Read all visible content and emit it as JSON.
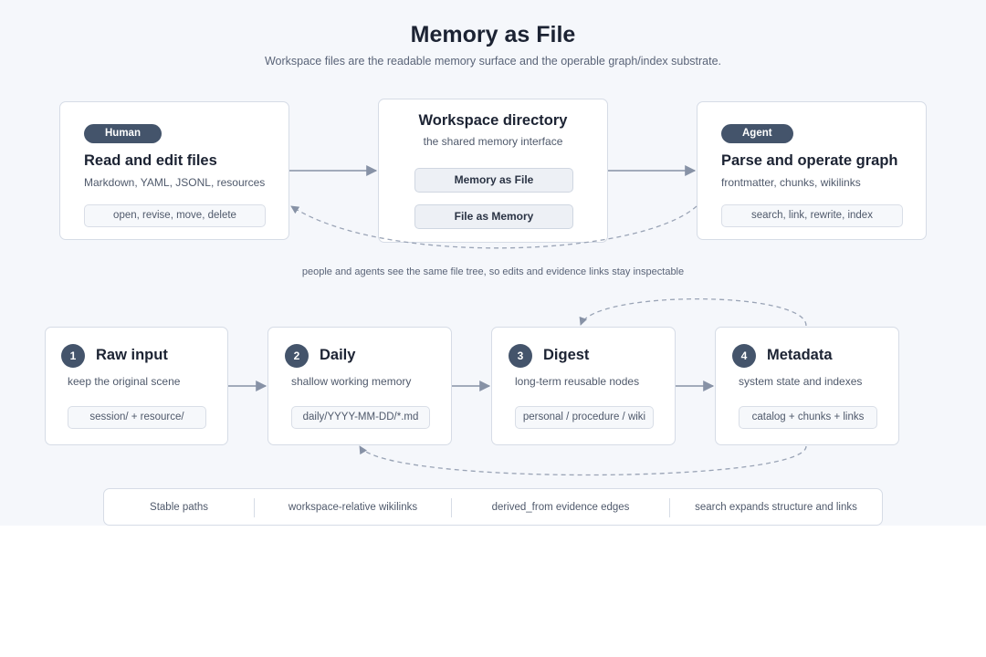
{
  "header": {
    "title": "Memory as File",
    "subtitle": "Workspace files are the readable memory surface and the operable graph/index substrate."
  },
  "top": {
    "human": {
      "badge": "Human",
      "heading": "Read and edit files",
      "sub": "Markdown, YAML, JSONL, resources",
      "chip": "open, revise, move, delete"
    },
    "workspace": {
      "heading": "Workspace directory",
      "sub": "the shared memory interface",
      "chips": [
        "Memory as File",
        "File as Memory"
      ]
    },
    "agent": {
      "badge": "Agent",
      "heading": "Parse and operate graph",
      "sub": "frontmatter, chunks, wikilinks",
      "chip": "search, link, rewrite, index"
    }
  },
  "midnote": "people and agents see the same file tree, so edits and evidence links stay inspectable",
  "steps": [
    {
      "num": "1",
      "heading": "Raw input",
      "sub": "keep the original scene",
      "chip": "session/ + resource/"
    },
    {
      "num": "2",
      "heading": "Daily",
      "sub": "shallow working memory",
      "chip": "daily/YYYY-MM-DD/*.md"
    },
    {
      "num": "3",
      "heading": "Digest",
      "sub": "long-term reusable nodes",
      "chip": "personal / procedure / wiki"
    },
    {
      "num": "4",
      "heading": "Metadata",
      "sub": "system state and indexes",
      "chip": "catalog + chunks + links"
    }
  ],
  "footer": {
    "items": [
      "Stable paths",
      "workspace-relative wikilinks",
      "derived_from evidence edges",
      "search expands structure and links"
    ]
  },
  "colors": {
    "canvas_bg": "#f5f7fb",
    "card_border": "#d6dce6",
    "badge_bg": "#44546b",
    "arrow": "#8792a6"
  }
}
